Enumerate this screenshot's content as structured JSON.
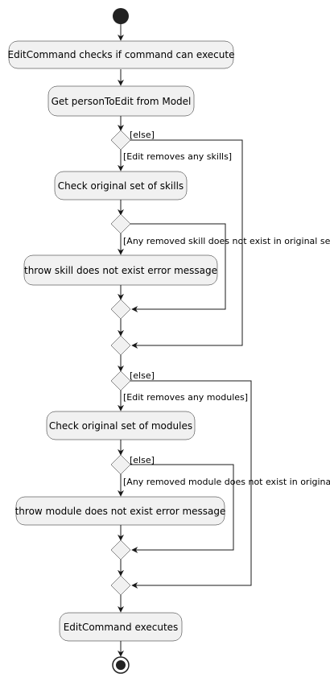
{
  "diagram": {
    "nodes": {
      "n1": "EditCommand checks if command can execute",
      "n2": "Get personToEdit from Model",
      "n3": "Check original set of skills",
      "n4": "throw skill does not exist error message",
      "n5": "Check original set of modules",
      "n6": "throw module does not exist error message",
      "n7": "EditCommand executes"
    },
    "guards": {
      "g1_else": "[else]",
      "g1_then": "[Edit removes any skills]",
      "g2_then": "[Any removed skill does not exist in original set]",
      "g3_else": "[else]",
      "g3_then": "[Edit removes any modules]",
      "g4_else": "[else]",
      "g4_then": "[Any removed module does not exist in original set]"
    }
  }
}
